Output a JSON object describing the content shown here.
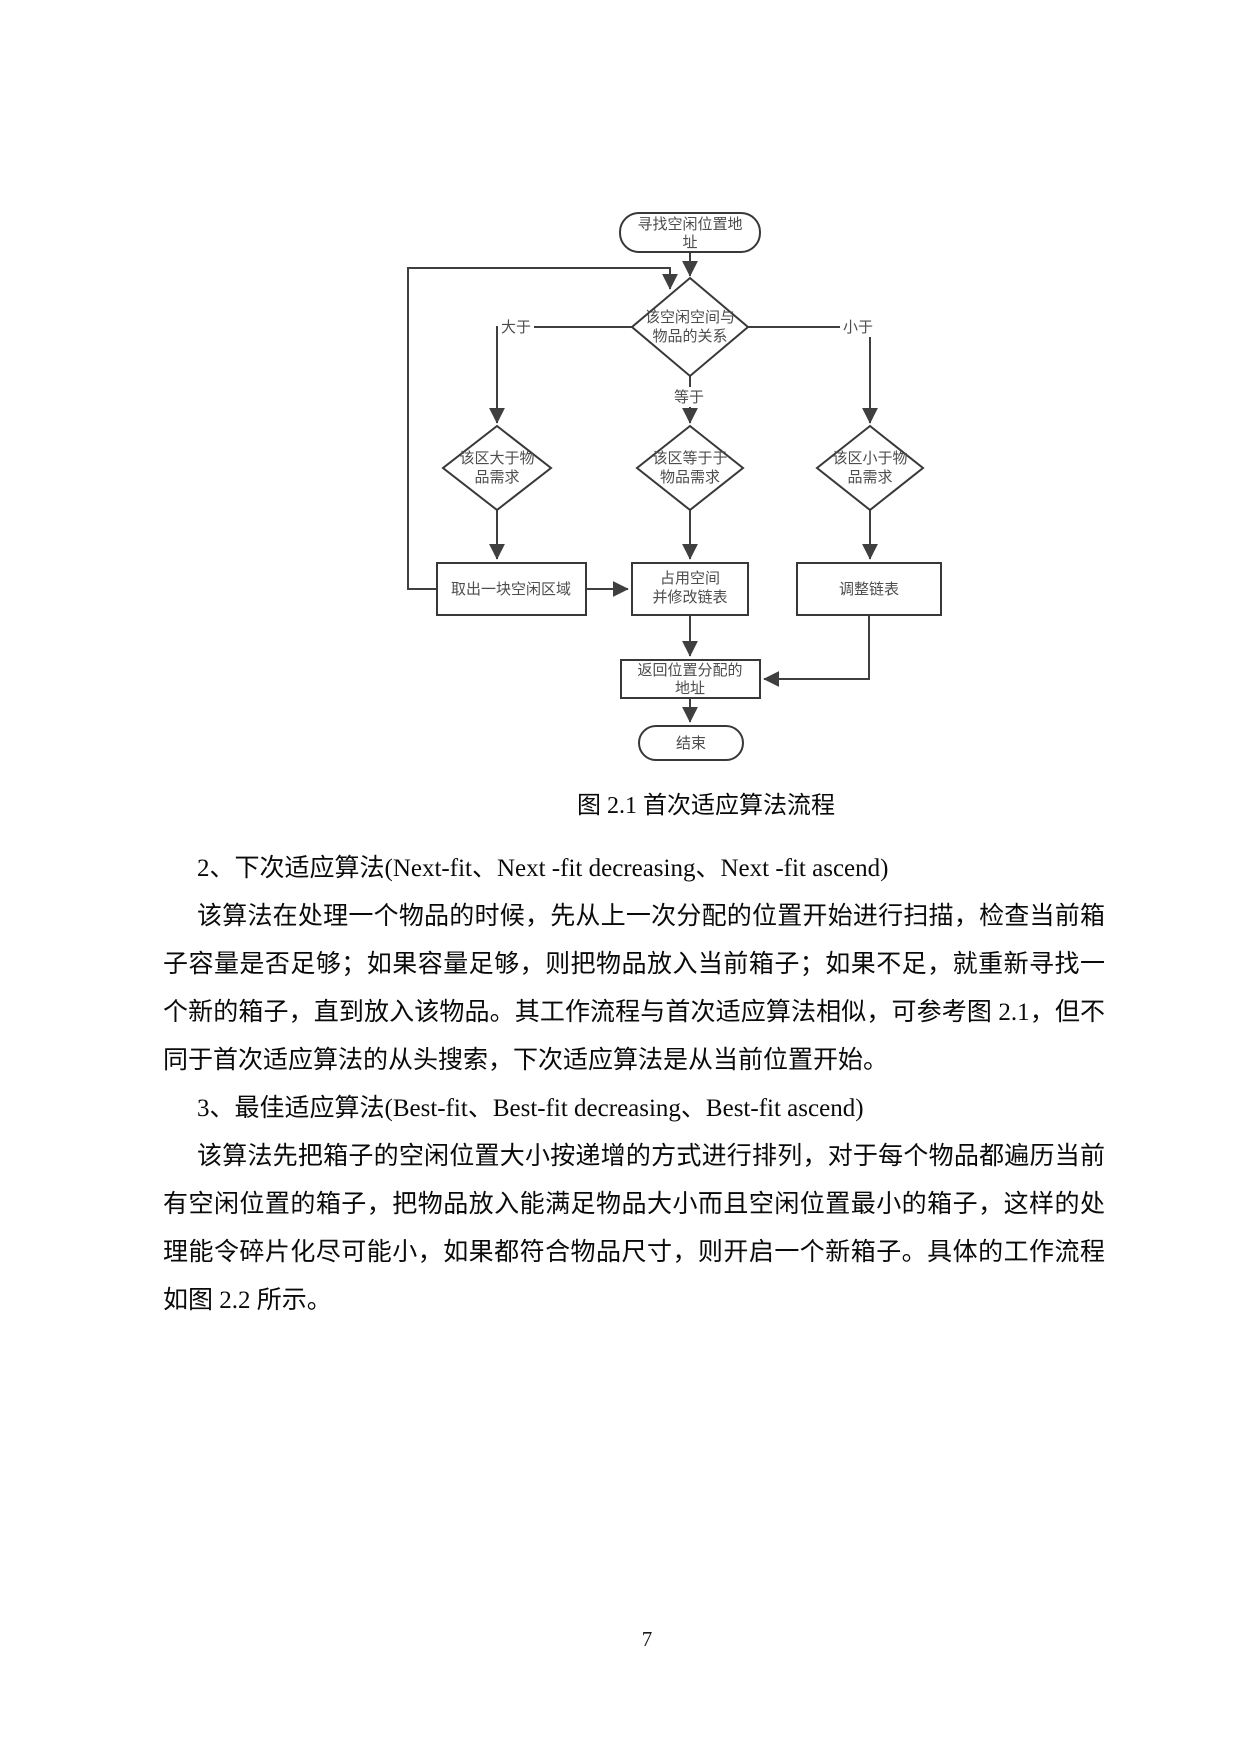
{
  "flowchart": {
    "start": [
      "寻找空闲位置地",
      "址"
    ],
    "decision": [
      "该空闲空间与",
      "物品的关系"
    ],
    "labels": {
      "greater": "大于",
      "equal": "等于",
      "less": "小于"
    },
    "check_greater": [
      "该区大于物",
      "品需求"
    ],
    "check_equal": [
      "该区等于于",
      "物品需求"
    ],
    "check_less": [
      "该区小于物",
      "品需求"
    ],
    "take_region": [
      "取出一块空闲区域"
    ],
    "occupy": [
      "占用空间",
      "并修改链表"
    ],
    "adjust": [
      "调整链表"
    ],
    "return_addr": [
      "返回位置分配的",
      "地址"
    ],
    "end": [
      "结束"
    ]
  },
  "caption": "图 2.1 首次适应算法流程",
  "body": {
    "paragraphs": [
      "2、下次适应算法(Next-fit、Next -fit decreasing、Next -fit ascend)",
      "该算法在处理一个物品的时候，先从上一次分配的位置开始进行扫描，检查当前箱子容量是否足够；如果容量足够，则把物品放入当前箱子；如果不足，就重新寻找一个新的箱子，直到放入该物品。其工作流程与首次适应算法相似，可参考图 2.1，但不同于首次适应算法的从头搜索，下次适应算法是从当前位置开始。",
      "3、最佳适应算法(Best-fit、Best-fit decreasing、Best-fit ascend)",
      "该算法先把箱子的空闲位置大小按递增的方式进行排列，对于每个物品都遍历当前有空闲位置的箱子，把物品放入能满足物品大小而且空闲位置最小的箱子，这样的处理能令碎片化尽可能小，如果都符合物品尺寸，则开启一个新箱子。具体的工作流程如图 2.2 所示。"
    ]
  },
  "page_number": "7",
  "colors": {
    "edge_stroke": "#3f3f3f",
    "node_border": "#383838",
    "node_text": "#4d4d4d",
    "body_text": "#0a0a0a",
    "page_background": "#ffffff"
  }
}
